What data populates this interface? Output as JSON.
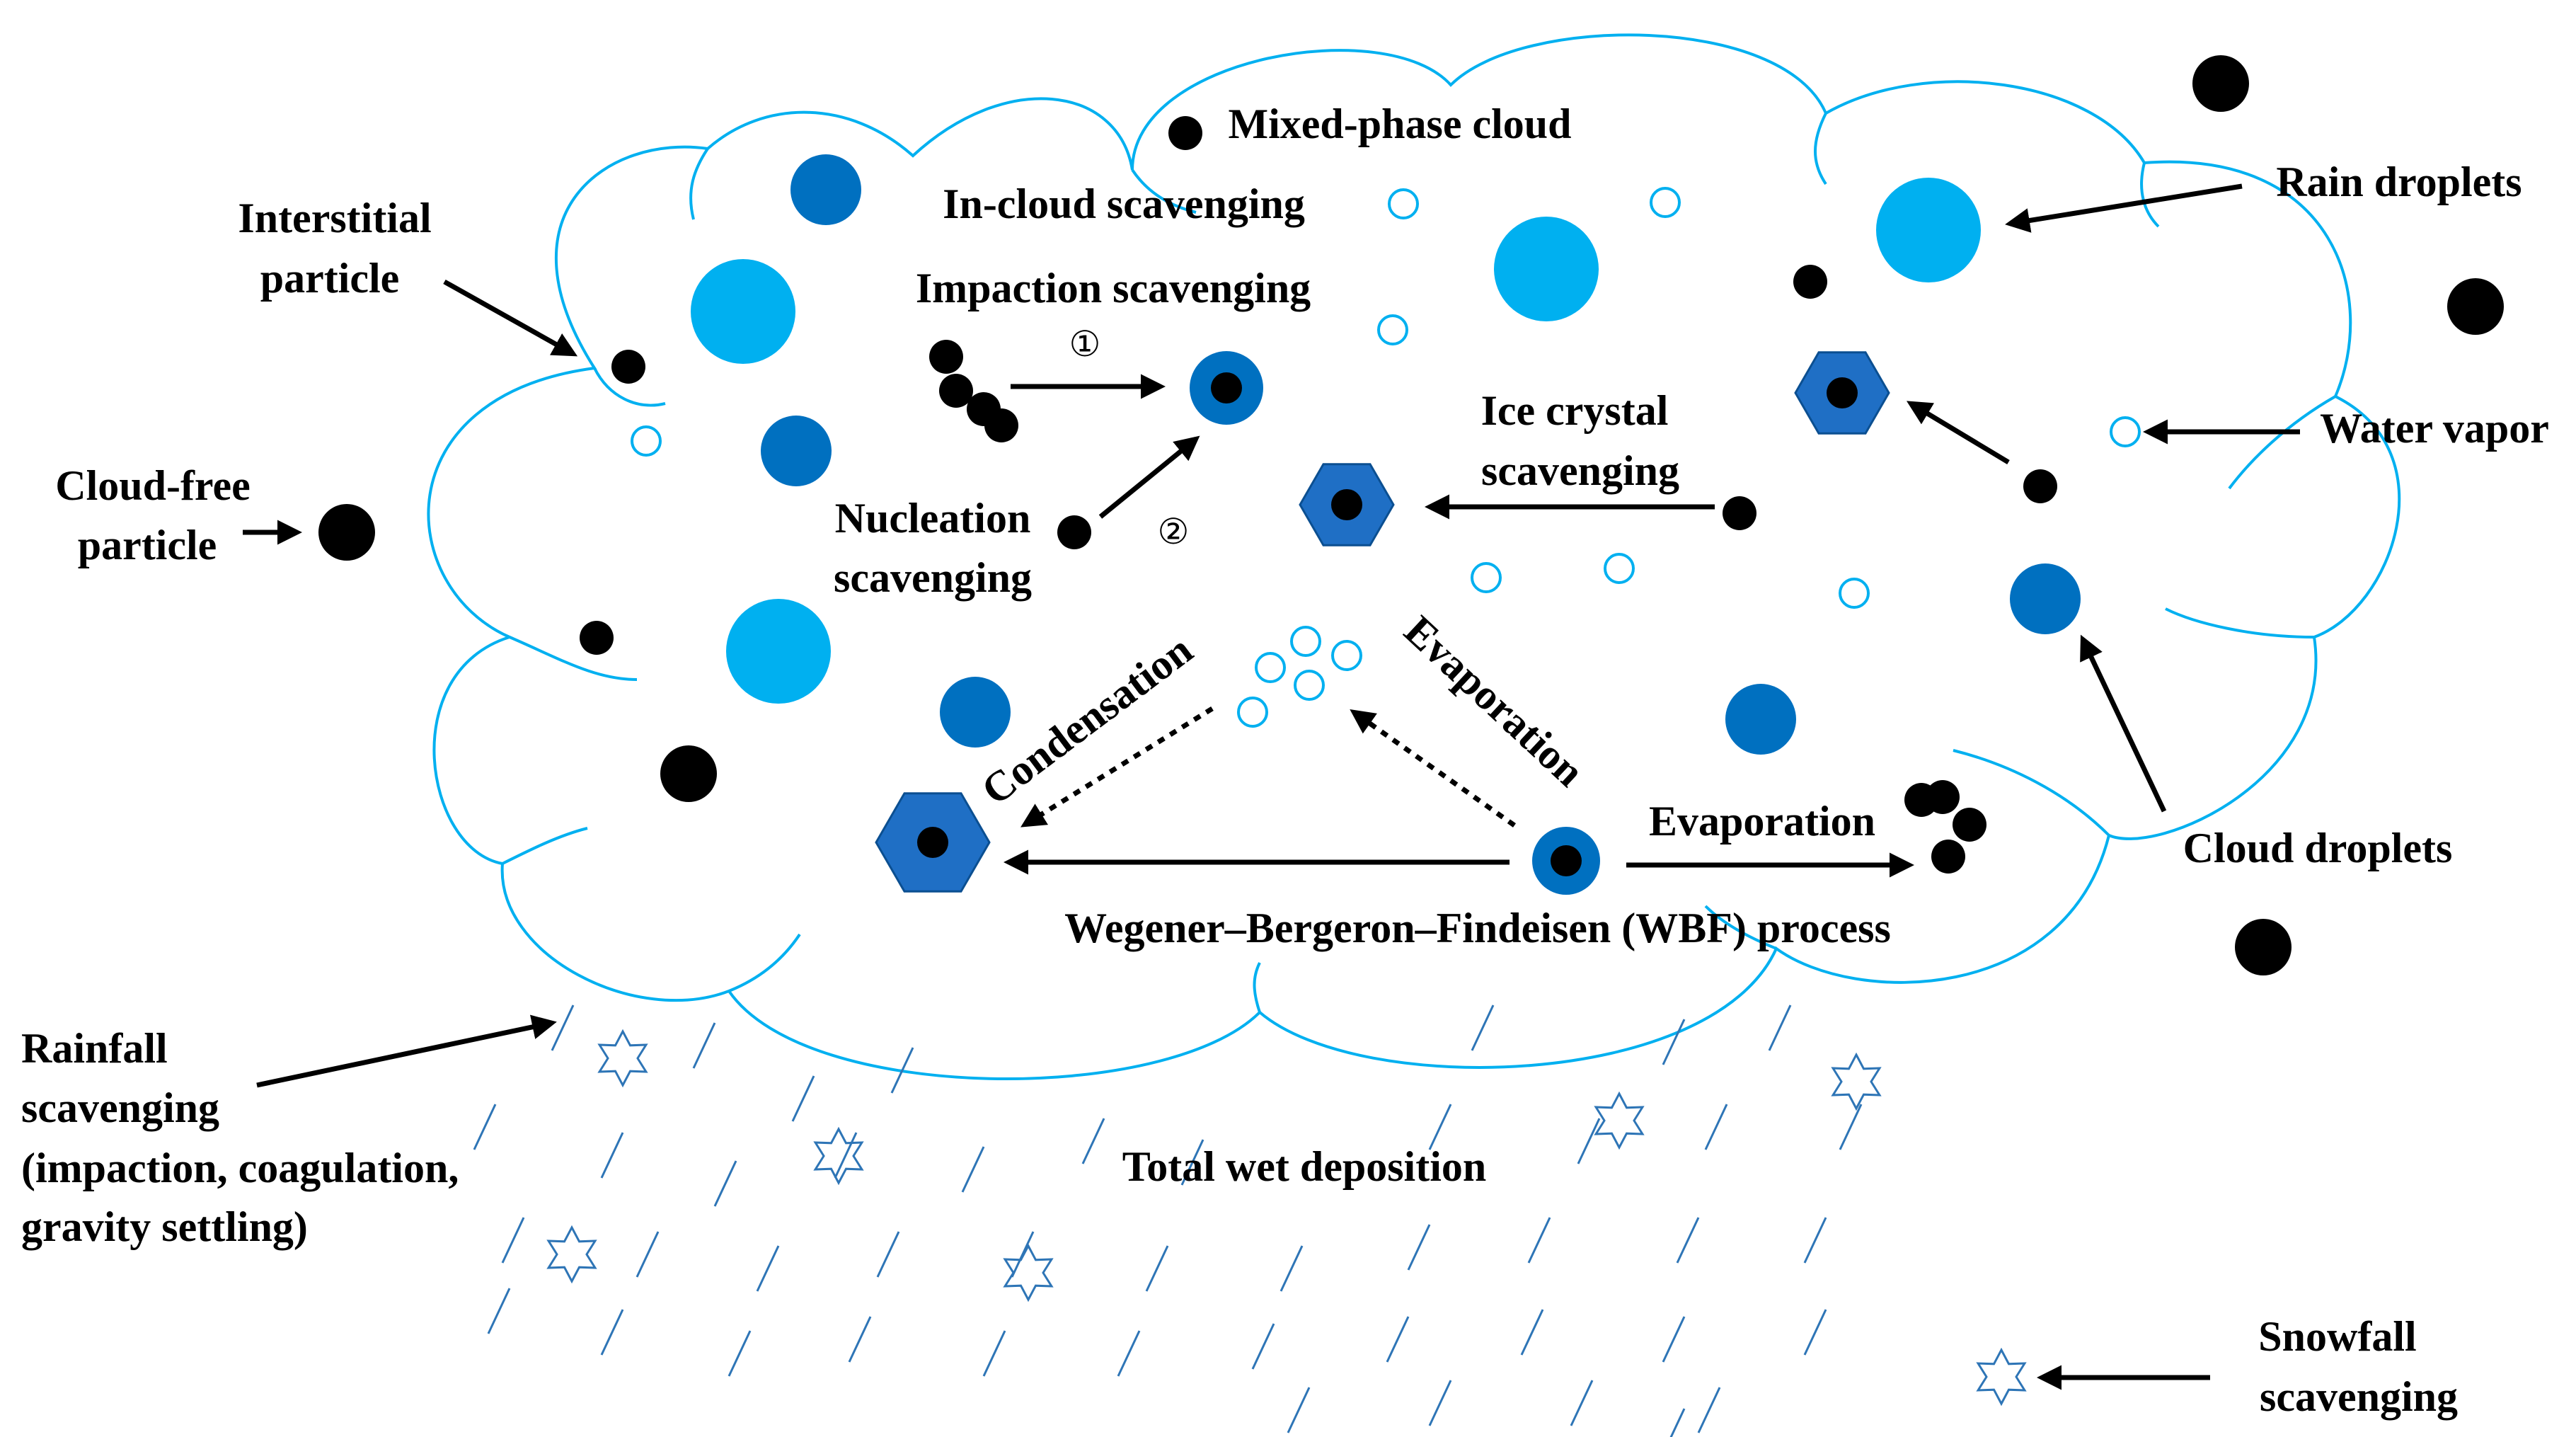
{
  "labels": {
    "mixed_phase_cloud": "Mixed-phase cloud",
    "in_cloud_scavenging": "In-cloud scavenging",
    "impaction_scavenging": "Impaction scavenging",
    "interstitial_1": "Interstitial",
    "interstitial_2": "particle",
    "cloud_free_1": "Cloud-free",
    "cloud_free_2": "particle",
    "nucleation_1": "Nucleation",
    "nucleation_2": "scavenging",
    "ice_crystal_1": "Ice crystal",
    "ice_crystal_2": "scavenging",
    "rain_droplets": "Rain droplets",
    "water_vapor": "Water vapor",
    "cloud_droplets": "Cloud droplets",
    "condensation": "Condensation",
    "evaporation_diag": "Evaporation",
    "evaporation_right": "Evaporation",
    "wbf_process": "Wegener–Bergeron–Findeisen (WBF) process",
    "rainfall_1": "Rainfall",
    "rainfall_2": "scavenging",
    "rainfall_3": "(impaction, coagulation,",
    "rainfall_4": "gravity settling)",
    "total_wet_deposition": "Total wet deposition",
    "snowfall_1": "Snowfall",
    "snowfall_2": "scavenging",
    "step_1": "①",
    "step_2": "②"
  },
  "colors": {
    "cloud_outline": "#00b0f0",
    "rain_droplet": "#00b0f0",
    "cloud_droplet": "#0070c0",
    "ice_crystal": "#1f6fc5",
    "particle": "#000000",
    "water_vapor": "#00b0f0",
    "rain_streak": "#2e75b6",
    "snowflake": "#2e75b6"
  },
  "icons": [
    "rain-droplet-icon",
    "cloud-droplet-icon",
    "ice-crystal-icon",
    "aerosol-particle-icon",
    "water-vapor-icon",
    "snowflake-icon"
  ]
}
